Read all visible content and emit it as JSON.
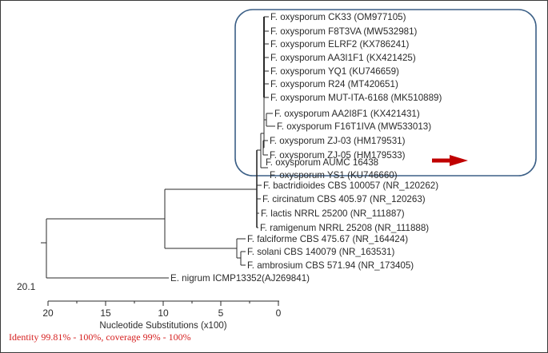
{
  "scale_label": "20.1",
  "axis": {
    "title": "Nucleotide Substitutions (x100)",
    "ticks": [
      "20",
      "15",
      "10",
      "5",
      "0"
    ]
  },
  "taxa": [
    "F. oxysporum CK33 (OM977105)",
    "F. oxysporum F8T3VA (MW532981)",
    "F. oxysporum ELRF2 (KX786241)",
    "F. oxysporum AA3I1F1 (KX421425)",
    "F. oxysporum YQ1 (KU746659)",
    "F. oxysporum R24 (MT420651)",
    "F. oxysporum MUT-ITA-6168 (MK510889)",
    "F. oxysporum AA2I8F1 (KX421431)",
    "F. oxysporum F16T1IVA (MW533013)",
    "F. oxysporum ZJ-03 (HM179531)",
    "F. oxysporum ZJ-05 (HM179533)",
    "F. oxysporum AUMC 16438",
    "F. oxysporum YS1 (KU746660)",
    "F. bactridioides CBS 100057 (NR_120262)",
    "F. circinatum CBS 405.97 (NR_120263)",
    "F. lactis NRRL 25200 (NR_111887)",
    "F. ramigenum NRRL 25208 (NR_111888)",
    "F. falciforme CBS 475.67 (NR_164424)",
    "F. solani CBS 140079 (NR_163531)",
    "F. ambrosium CBS 571.94 (NR_173405)",
    "E. nigrum ICMP13352(AJ269841)"
  ],
  "highlight": {
    "taxon": "F. oxysporum AUMC 16438",
    "arrow_color": "#c00000",
    "box_color": "#3b5f86"
  },
  "footer": {
    "identity": "Identity 99.81% - 100%, coverage 99% - 100%",
    "color": "#d62020"
  }
}
